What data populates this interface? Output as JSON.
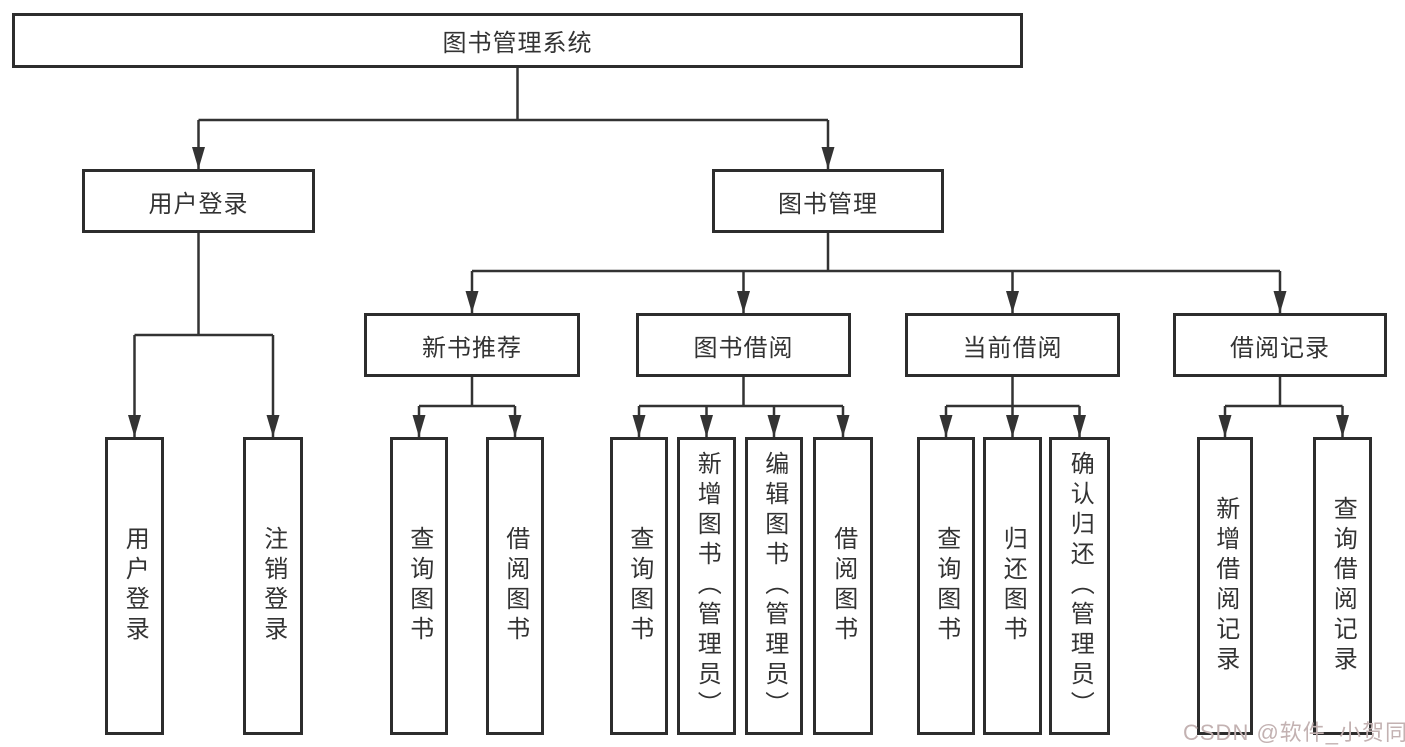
{
  "tree": {
    "label": "图书管理系统",
    "children": [
      {
        "label": "用户登录",
        "children": [
          {
            "label": "用户登录"
          },
          {
            "label": "注销登录"
          }
        ]
      },
      {
        "label": "图书管理",
        "children": [
          {
            "label": "新书推荐",
            "children": [
              {
                "label": "查询图书"
              },
              {
                "label": "借阅图书"
              }
            ]
          },
          {
            "label": "图书借阅",
            "children": [
              {
                "label": "查询图书"
              },
              {
                "label": "新增图书（管理员）"
              },
              {
                "label": "编辑图书（管理员）"
              },
              {
                "label": "借阅图书"
              }
            ]
          },
          {
            "label": "当前借阅",
            "children": [
              {
                "label": "查询图书"
              },
              {
                "label": "归还图书"
              },
              {
                "label": "确认归还（管理员）"
              }
            ]
          },
          {
            "label": "借阅记录",
            "children": [
              {
                "label": "新增借阅记录"
              },
              {
                "label": "查询借阅记录"
              }
            ]
          }
        ]
      }
    ]
  },
  "watermark": {
    "text": "CSDN @软件_小贺同学",
    "color": "#c3b2b2"
  },
  "colors": {
    "background": "#ffffff",
    "box_border": "#2d2d2d",
    "connector_line": "#333333",
    "text": "#333333"
  }
}
